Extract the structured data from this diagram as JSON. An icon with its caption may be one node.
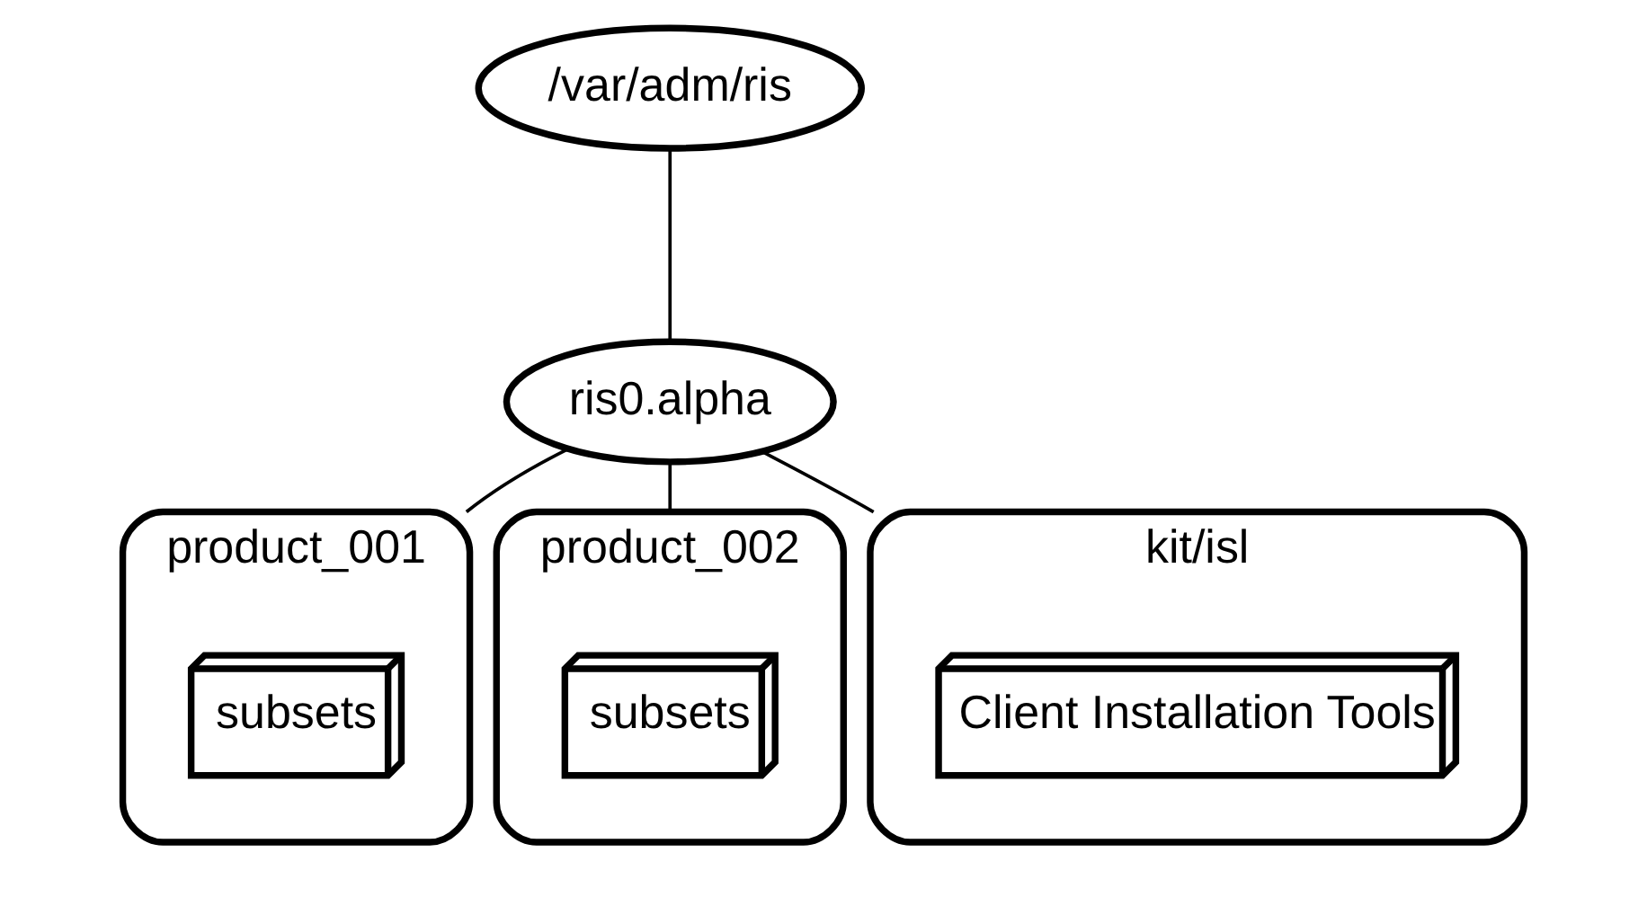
{
  "diagram": {
    "nodes": [
      {
        "text": [
          "/var/adm/ris"
        ]
      },
      {
        "text": [
          "ris0.alpha"
        ]
      },
      {
        "text": [
          "product_001"
        ]
      },
      {
        "text": [
          "subsets"
        ],
        "in": 2
      },
      {
        "text": [
          "product_002"
        ]
      },
      {
        "text": [
          "subsets"
        ],
        "in": 4
      },
      {
        "text": [
          "kit/isl"
        ]
      },
      {
        "text": [
          "Client Installation Tools"
        ],
        "in": 6
      }
    ],
    "edges": [
      {
        "from": 0,
        "to": 1,
        "arrow": "none"
      },
      {
        "from": 1,
        "to": 2,
        "arrow": "none"
      },
      {
        "from": 1,
        "to": 4,
        "arrow": "none"
      },
      {
        "from": 1,
        "to": 6,
        "arrow": "none"
      }
    ]
  }
}
